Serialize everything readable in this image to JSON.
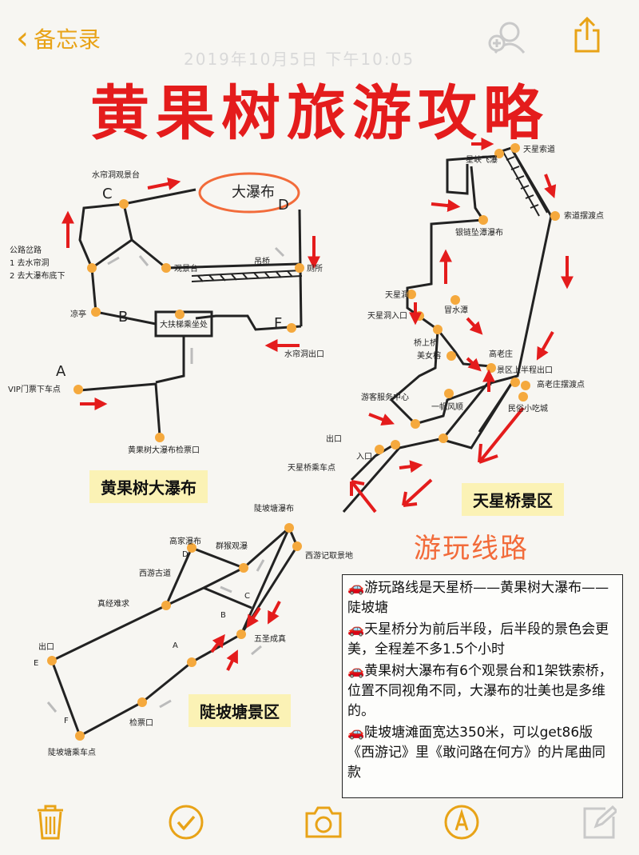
{
  "nav": {
    "back_label": "备忘录"
  },
  "date_text": "2019年10月5日 下午10:05",
  "title": "黄果树旅游攻略",
  "map1": {
    "area_label": "黄果树大瀑布",
    "labels": {
      "water_curtain_platform": "水帘洞观景台",
      "big_waterfall": "大瀑布",
      "d": "D",
      "c": "C",
      "b": "B",
      "a": "A",
      "f": "F",
      "road_fork": "公路岔路",
      "fork_1": "1 去水帘洞",
      "fork_2": "2 去大瀑布底下",
      "viewing_platform": "观景台",
      "bridge": "吊桥",
      "toilet": "厕所",
      "pavilion": "凉亭",
      "escalator": "大扶梯乘坐处",
      "water_curtain_exit": "水帘洞出口",
      "vip_gate": "VIP门票下车点",
      "ticket_check": "黄果树大瀑布检票口"
    }
  },
  "map2": {
    "area_label": "天星桥景区",
    "labels": {
      "tianxing_cableway": "天星索道",
      "xingxia_waterfall": "星峡飞瀑",
      "cableway_ferry": "索道摆渡点",
      "silver_chain": "银链坠潭瀑布",
      "tianxing_cave": "天星洞",
      "cave_entrance": "天星洞入口",
      "maoshui": "冒水潭",
      "bridge_on_bridge": "桥上桥",
      "beauty_banyan": "美女榕",
      "gaolaozhuang": "高老庄",
      "half_exit": "景区上半程出口",
      "gaolao_ferry": "高老庄摆渡点",
      "folk_snack": "民俗小吃城",
      "visitor_center": "游客服务中心",
      "yifan": "一帆风顺",
      "exit": "出口",
      "entrance": "入口",
      "tianxing_bus": "天星桥乘车点"
    }
  },
  "map3": {
    "area_label": "陡坡塘景区",
    "labels": {
      "doupotang_waterfall": "陡坡塘瀑布",
      "gaojia_waterfall": "高家瀑布",
      "monkey_view": "群猴观瀑",
      "xiyouji_spot": "西游记取景地",
      "xiyou_road": "西游古道",
      "zhenjing": "真经难求",
      "wusheng": "五圣成真",
      "exit": "出口",
      "ticket": "检票口",
      "bus": "陡坡塘乘车点",
      "d": "D",
      "c": "C",
      "b": "B",
      "a": "A",
      "e": "E",
      "f": "F"
    }
  },
  "route_title": "游玩线路",
  "notes": [
    "🚗游玩路线是天星桥——黄果树大瀑布——陡坡塘",
    "🚗天星桥分为前后半段，后半段的景色会更美，全程差不多1.5个小时",
    "🚗黄果树大瀑布有6个观景台和1架铁索桥，位置不同视角不同，大瀑布的壮美也是多维的。",
    "🚗陡坡塘滩面宽达350米，可以get86版《西游记》里《敢问路在何方》的片尾曲同款"
  ],
  "colors": {
    "accent": "#e8a317",
    "title_red": "#e41c1c",
    "arrow_red": "#e41c1c",
    "point_orange": "#f5a93d",
    "highlight": "#fbf2b5",
    "route_orange": "#f26b3a"
  },
  "icons": [
    "back-chevron-icon",
    "add-person-icon",
    "share-icon",
    "trash-icon",
    "checkmark-icon",
    "camera-icon",
    "pen-icon",
    "compose-icon"
  ]
}
